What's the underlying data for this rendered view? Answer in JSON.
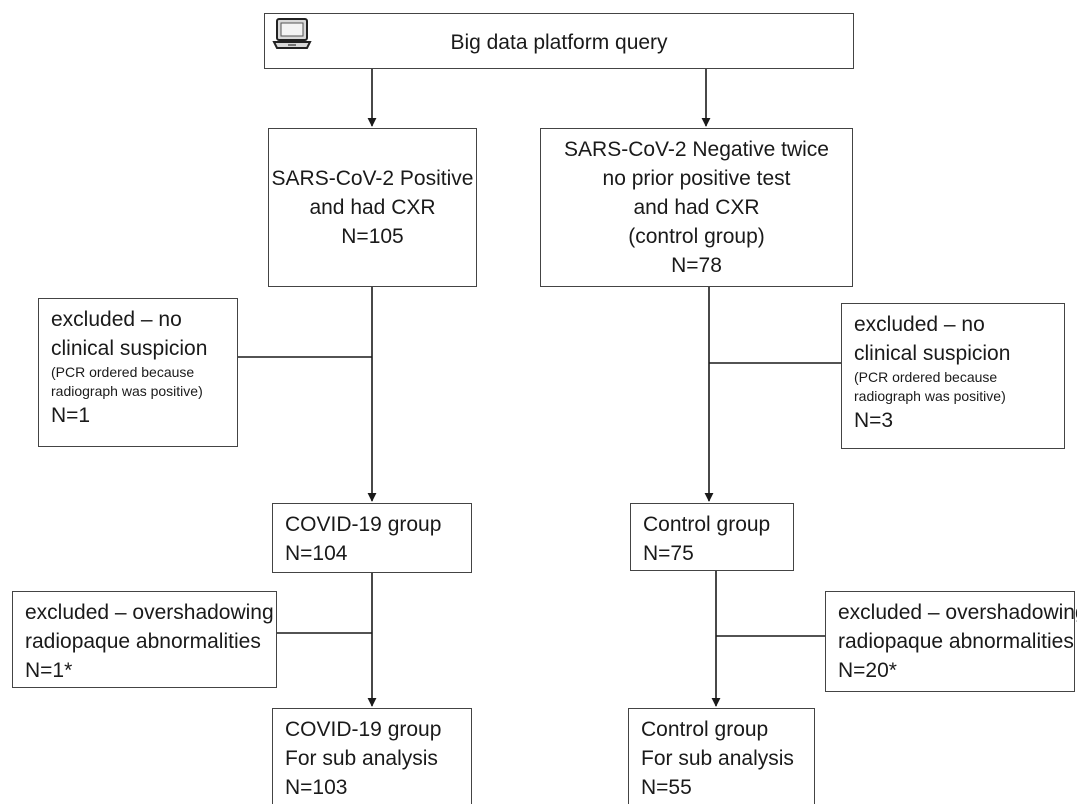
{
  "top_box": {
    "label": "Big data platform query",
    "icon": "laptop-icon"
  },
  "positive_box": {
    "lines": [
      "SARS-CoV-2 Positive",
      "and had CXR",
      "N=105"
    ]
  },
  "negative_box": {
    "lines": [
      "SARS-CoV-2 Negative twice",
      "no prior positive test",
      "and had CXR",
      "(control group)",
      "N=78"
    ]
  },
  "excluded_left_1": {
    "line1": "excluded – no",
    "line2": "clinical suspicion",
    "note1": "(PCR ordered because",
    "note2": "radiograph was positive)",
    "n": "N=1"
  },
  "excluded_right_1": {
    "line1": "excluded – no",
    "line2": "clinical suspicion",
    "note1": "(PCR ordered because",
    "note2": "radiograph was positive)",
    "n": "N=3"
  },
  "covid_group": {
    "line1": "COVID-19 group",
    "n": "N=104"
  },
  "control_group": {
    "line1": "Control group",
    "n": "N=75"
  },
  "excluded_left_2": {
    "line1": "excluded – overshadowing",
    "line2": "radiopaque abnormalities",
    "n": "N=1*"
  },
  "excluded_right_2": {
    "line1": "excluded – overshadowing",
    "line2": "radiopaque abnormalities",
    "n": "N=20*"
  },
  "covid_sub": {
    "line1": "COVID-19 group",
    "line2": "For sub analysis",
    "n": "N=103"
  },
  "control_sub": {
    "line1": "Control group",
    "line2": "For sub analysis",
    "n": "N=55"
  },
  "colors": {
    "line": "#1a1a1a",
    "border": "#444444"
  }
}
